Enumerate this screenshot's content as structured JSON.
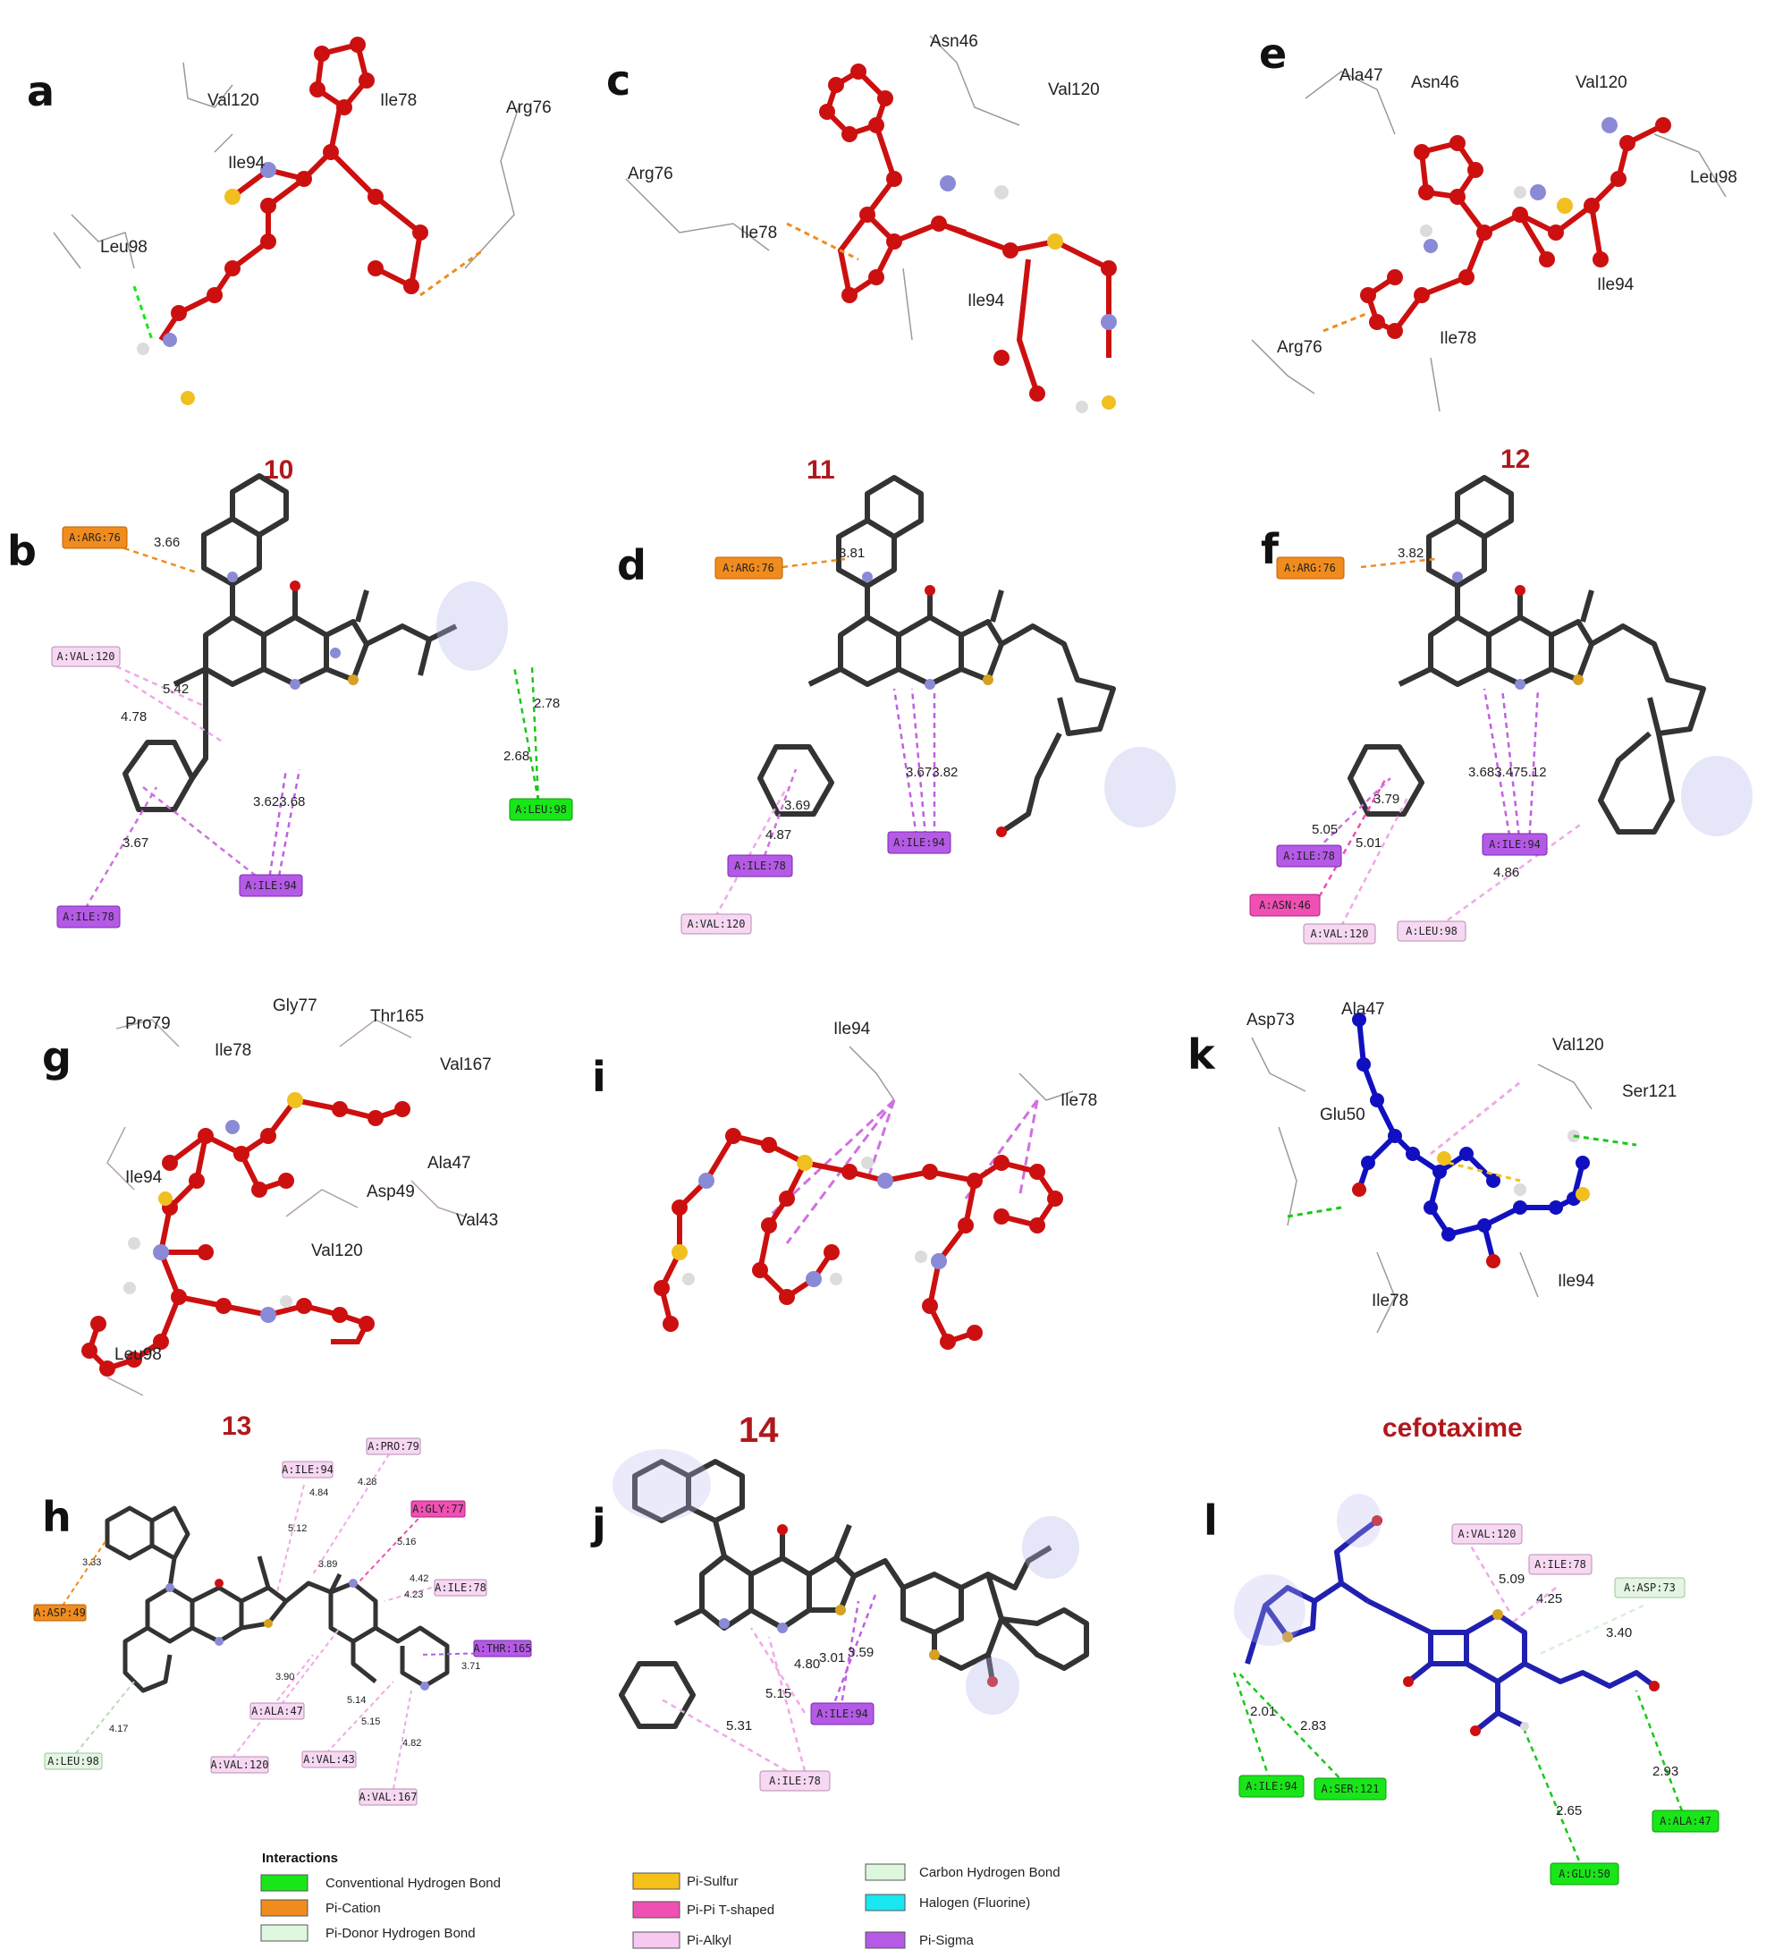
{
  "panels": [
    {
      "label": "a",
      "compound": "10",
      "residues": [
        "Val120",
        "Ile78",
        "Arg76",
        "Ile94",
        "Leu98"
      ]
    },
    {
      "label": "b",
      "tags": [
        "A:ARG:76",
        "A:VAL:120",
        "A:ILE:94",
        "A:ILE:78",
        "A:LEU:98"
      ],
      "distances": [
        "3.66",
        "5.42",
        "4.78",
        "3.623.68",
        "3.67",
        "2.78",
        "2.68"
      ]
    },
    {
      "label": "c",
      "compound": "11",
      "residues": [
        "Asn46",
        "Val120",
        "Arg76",
        "Ile78",
        "Ile94"
      ]
    },
    {
      "label": "d",
      "tags": [
        "A:ARG:76",
        "A:ILE:94",
        "A:ILE:78",
        "A:VAL:120"
      ],
      "distances": [
        "3.81",
        "3.673.82",
        "3.69",
        "4.87"
      ]
    },
    {
      "label": "e",
      "compound": "12",
      "residues": [
        "Ala47",
        "Asn46",
        "Val120",
        "Leu98",
        "Ile94",
        "Ile78",
        "Arg76"
      ]
    },
    {
      "label": "f",
      "tags": [
        "A:ARG:76",
        "A:ILE:78",
        "A:ILE:94",
        "A:ASN:46",
        "A:VAL:120",
        "A:LEU:98"
      ],
      "distances": [
        "3.82",
        "3.683.475.12",
        "3.79",
        "5.05",
        "5.01",
        "4.86"
      ]
    },
    {
      "label": "g",
      "compound": "13",
      "residues": [
        "Pro79",
        "Gly77",
        "Thr165",
        "Ile78",
        "Val167",
        "Ala47",
        "Ile94",
        "Asp49",
        "Val43",
        "Val120",
        "Leu98"
      ]
    },
    {
      "label": "h",
      "tags": [
        "A:ILE:94",
        "A:PRO:79",
        "A:GLY:77",
        "A:ILE:78",
        "A:THR:165",
        "A:ASP:49",
        "A:ALA:47",
        "A:VAL:120",
        "A:VAL:43",
        "A:VAL:167",
        "A:LEU:98"
      ],
      "distances": [
        "3.33",
        "4.84",
        "4.28",
        "5.12",
        "3.89",
        "5.16",
        "4.42",
        "4.23",
        "3.71",
        "3.90",
        "5.14",
        "5.15",
        "4.82",
        "4.17"
      ]
    },
    {
      "label": "i",
      "compound": "14",
      "residues": [
        "Ile94",
        "Ile78"
      ]
    },
    {
      "label": "j",
      "tags": [
        "A:ILE:94",
        "A:ILE:78"
      ],
      "distances": [
        "4.80",
        "3.01",
        "3.59",
        "5.15",
        "5.31"
      ]
    },
    {
      "label": "k",
      "compound": "cefotaxime",
      "residues": [
        "Asp73",
        "Ala47",
        "Val120",
        "Ser121",
        "Glu50",
        "Ile78",
        "Ile94"
      ]
    },
    {
      "label": "l",
      "tags": [
        "A:VAL:120",
        "A:ILE:78",
        "A:ASP:73",
        "A:ILE:94",
        "A:SER:121",
        "A:ALA:47",
        "A:GLU:50"
      ],
      "distances": [
        "5.09",
        "4.25",
        "3.40",
        "2.01",
        "2.83",
        "2.93",
        "2.65"
      ]
    }
  ],
  "legend": {
    "title": "Interactions",
    "items": [
      {
        "label": "Conventional Hydrogen Bond",
        "color": "#19e619"
      },
      {
        "label": "Pi-Cation",
        "color": "#f08c1e"
      },
      {
        "label": "Pi-Donor Hydrogen Bond",
        "color": "#dff7df"
      },
      {
        "label": "Pi-Sulfur",
        "color": "#f5c018"
      },
      {
        "label": "Pi-Pi T-shaped",
        "color": "#f050b4"
      },
      {
        "label": "Pi-Alkyl",
        "color": "#f7c8f0"
      },
      {
        "label": "Carbon Hydrogen Bond",
        "color": "#dcf7dc"
      },
      {
        "label": "Halogen (Fluorine)",
        "color": "#18e6f0"
      },
      {
        "label": "Pi-Sigma",
        "color": "#b45ae6"
      }
    ]
  },
  "colors": {
    "ligand": "#cc1010",
    "cefotaxime": "#1010c0",
    "nitrogen": "#8a8ad6",
    "sulfur": "#f0c020",
    "hydrogen": "#e8e8e8",
    "bond2d": "#333333",
    "compound_label": "#b0181c"
  }
}
